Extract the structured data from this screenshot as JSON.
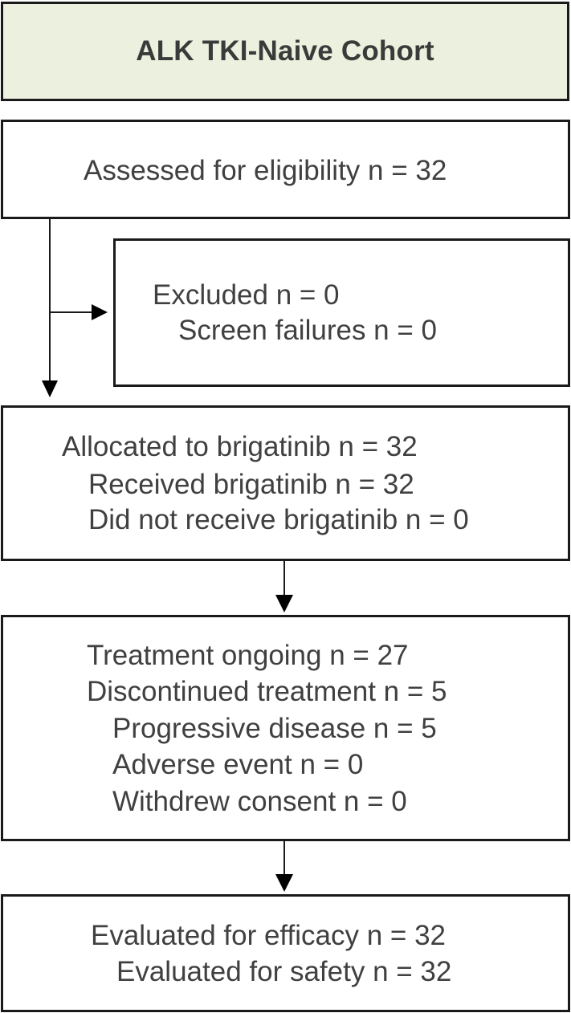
{
  "header": {
    "title": "ALK TKI-Naive Cohort"
  },
  "eligibility": {
    "line1": "Assessed for eligibility n = 32"
  },
  "excluded": {
    "line1": "Excluded n = 0",
    "line2": "Screen failures n = 0"
  },
  "allocation": {
    "line1": "Allocated to brigatinib n = 32",
    "line2": "Received brigatinib n = 32",
    "line3": "Did not receive brigatinib n = 0"
  },
  "treatment": {
    "line1": "Treatment ongoing n = 27",
    "line2": "Discontinued treatment n = 5",
    "line3": "Progressive disease n = 5",
    "line4": "Adverse event n = 0",
    "line5": "Withdrew consent n = 0"
  },
  "evaluation": {
    "line1": "Evaluated for efficacy n = 32",
    "line2": "Evaluated for safety n = 32"
  },
  "colors": {
    "header_fill": "#ebf1de",
    "border": "#1a1a1a",
    "text": "#404040"
  }
}
